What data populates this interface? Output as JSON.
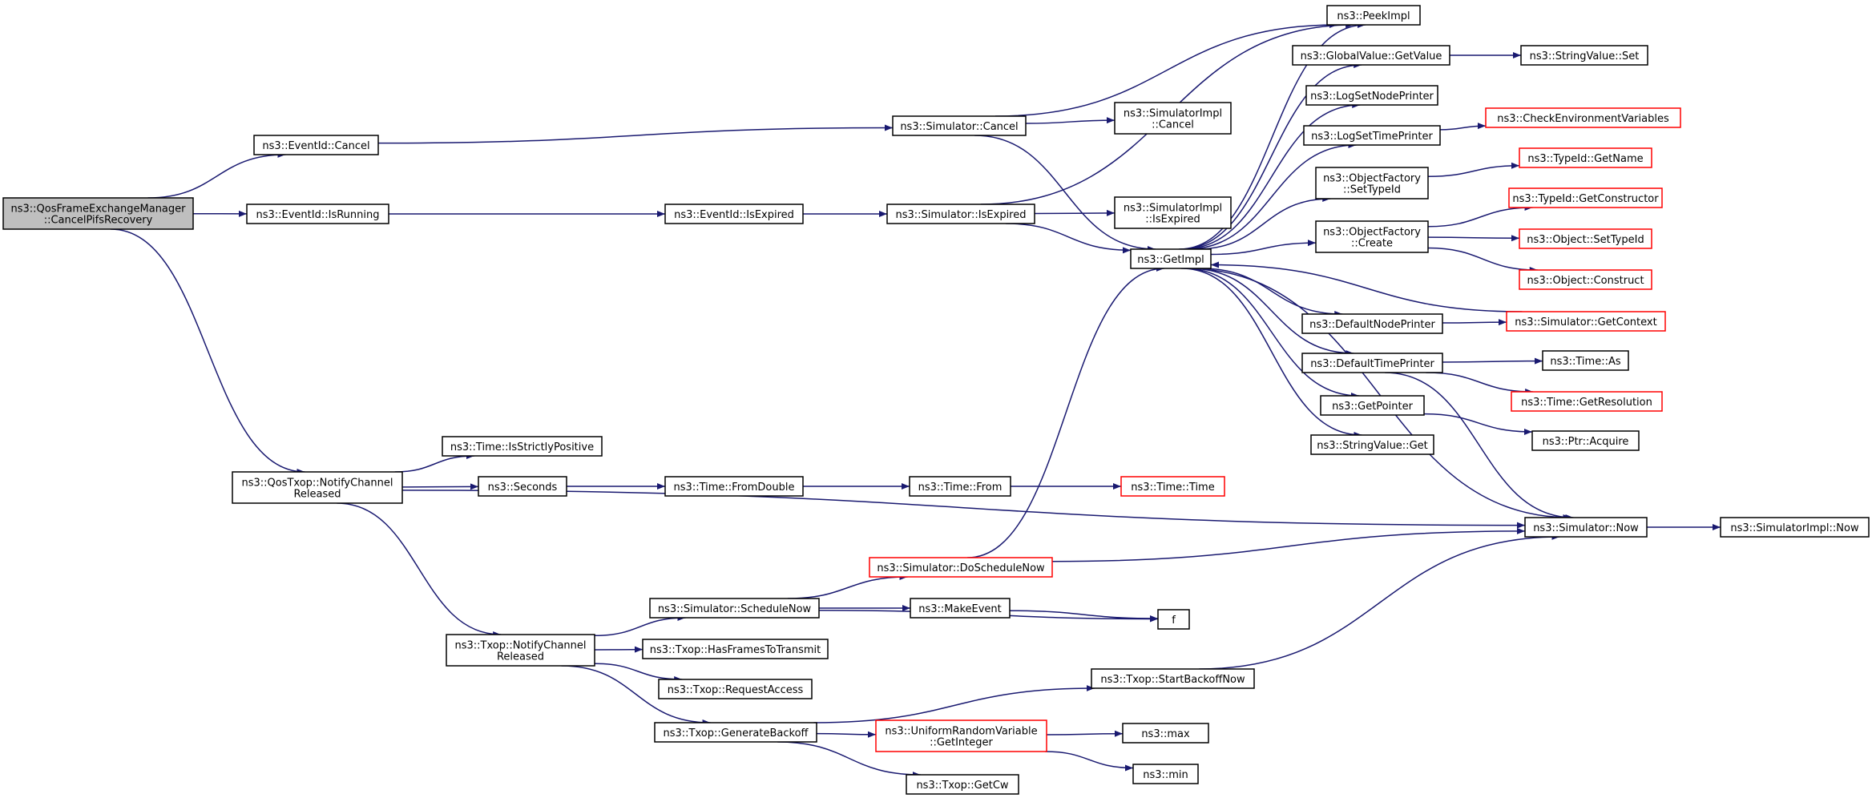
{
  "graph": {
    "edge_color": "#191970",
    "node_border_default": "#000000",
    "node_border_undocumented": "#ff0000",
    "root_fill": "#bfbfbf",
    "nodes": [
      {
        "id": "root",
        "lines": [
          "ns3::QosFrameExchangeManager",
          "::CancelPifsRecovery"
        ],
        "style": "root"
      },
      {
        "id": "evCancel",
        "lines": [
          "ns3::EventId::Cancel"
        ],
        "style": "normal"
      },
      {
        "id": "evIsRunning",
        "lines": [
          "ns3::EventId::IsRunning"
        ],
        "style": "normal"
      },
      {
        "id": "qosNotify",
        "lines": [
          "ns3::QosTxop::NotifyChannel",
          "Released"
        ],
        "style": "normal"
      },
      {
        "id": "simCancel",
        "lines": [
          "ns3::Simulator::Cancel"
        ],
        "style": "normal"
      },
      {
        "id": "evIsExpired",
        "lines": [
          "ns3::EventId::IsExpired"
        ],
        "style": "normal"
      },
      {
        "id": "simIsExpired",
        "lines": [
          "ns3::Simulator::IsExpired"
        ],
        "style": "normal"
      },
      {
        "id": "peekImpl",
        "lines": [
          "ns3::PeekImpl"
        ],
        "style": "normal"
      },
      {
        "id": "implCancel",
        "lines": [
          "ns3::SimulatorImpl",
          "::Cancel"
        ],
        "style": "normal"
      },
      {
        "id": "implIsExpired",
        "lines": [
          "ns3::SimulatorImpl",
          "::IsExpired"
        ],
        "style": "normal"
      },
      {
        "id": "getImpl",
        "lines": [
          "ns3::GetImpl"
        ],
        "style": "normal"
      },
      {
        "id": "gvGetValue",
        "lines": [
          "ns3::GlobalValue::GetValue"
        ],
        "style": "normal"
      },
      {
        "id": "svSet",
        "lines": [
          "ns3::StringValue::Set"
        ],
        "style": "normal"
      },
      {
        "id": "logNode",
        "lines": [
          "ns3::LogSetNodePrinter"
        ],
        "style": "normal"
      },
      {
        "id": "logTime",
        "lines": [
          "ns3::LogSetTimePrinter"
        ],
        "style": "normal"
      },
      {
        "id": "checkEnv",
        "lines": [
          "ns3::CheckEnvironmentVariables"
        ],
        "style": "red"
      },
      {
        "id": "ofSetTypeId",
        "lines": [
          "ns3::ObjectFactory",
          "::SetTypeId"
        ],
        "style": "normal"
      },
      {
        "id": "tidGetName",
        "lines": [
          "ns3::TypeId::GetName"
        ],
        "style": "red"
      },
      {
        "id": "ofCreate",
        "lines": [
          "ns3::ObjectFactory",
          "::Create"
        ],
        "style": "normal"
      },
      {
        "id": "tidGetCtor",
        "lines": [
          "ns3::TypeId::GetConstructor"
        ],
        "style": "red"
      },
      {
        "id": "objSetTypeId",
        "lines": [
          "ns3::Object::SetTypeId"
        ],
        "style": "red"
      },
      {
        "id": "objConstruct",
        "lines": [
          "ns3::Object::Construct"
        ],
        "style": "red"
      },
      {
        "id": "defNodePrinter",
        "lines": [
          "ns3::DefaultNodePrinter"
        ],
        "style": "normal"
      },
      {
        "id": "simGetContext",
        "lines": [
          "ns3::Simulator::GetContext"
        ],
        "style": "red"
      },
      {
        "id": "defTimePrinter",
        "lines": [
          "ns3::DefaultTimePrinter"
        ],
        "style": "normal"
      },
      {
        "id": "timeAs",
        "lines": [
          "ns3::Time::As"
        ],
        "style": "normal"
      },
      {
        "id": "timeGetRes",
        "lines": [
          "ns3::Time::GetResolution"
        ],
        "style": "red"
      },
      {
        "id": "getPointer",
        "lines": [
          "ns3::GetPointer"
        ],
        "style": "normal"
      },
      {
        "id": "ptrAcquire",
        "lines": [
          "ns3::Ptr::Acquire"
        ],
        "style": "normal"
      },
      {
        "id": "svGet",
        "lines": [
          "ns3::StringValue::Get"
        ],
        "style": "normal"
      },
      {
        "id": "timeStrictPos",
        "lines": [
          "ns3::Time::IsStrictlyPositive"
        ],
        "style": "normal"
      },
      {
        "id": "seconds",
        "lines": [
          "ns3::Seconds"
        ],
        "style": "normal"
      },
      {
        "id": "timeFromDouble",
        "lines": [
          "ns3::Time::FromDouble"
        ],
        "style": "normal"
      },
      {
        "id": "timeFrom",
        "lines": [
          "ns3::Time::From"
        ],
        "style": "normal"
      },
      {
        "id": "timeTime",
        "lines": [
          "ns3::Time::Time"
        ],
        "style": "red"
      },
      {
        "id": "simNow",
        "lines": [
          "ns3::Simulator::Now"
        ],
        "style": "normal"
      },
      {
        "id": "implNow",
        "lines": [
          "ns3::SimulatorImpl::Now"
        ],
        "style": "normal"
      },
      {
        "id": "simDoSched",
        "lines": [
          "ns3::Simulator::DoScheduleNow"
        ],
        "style": "red"
      },
      {
        "id": "simSchedNow",
        "lines": [
          "ns3::Simulator::ScheduleNow"
        ],
        "style": "normal"
      },
      {
        "id": "makeEvent",
        "lines": [
          "ns3::MakeEvent"
        ],
        "style": "normal"
      },
      {
        "id": "f",
        "lines": [
          "f"
        ],
        "style": "normal"
      },
      {
        "id": "txopNotify",
        "lines": [
          "ns3::Txop::NotifyChannel",
          "Released"
        ],
        "style": "normal"
      },
      {
        "id": "hasFrames",
        "lines": [
          "ns3::Txop::HasFramesToTransmit"
        ],
        "style": "normal"
      },
      {
        "id": "reqAccess",
        "lines": [
          "ns3::Txop::RequestAccess"
        ],
        "style": "normal"
      },
      {
        "id": "startBackoff",
        "lines": [
          "ns3::Txop::StartBackoffNow"
        ],
        "style": "normal"
      },
      {
        "id": "genBackoff",
        "lines": [
          "ns3::Txop::GenerateBackoff"
        ],
        "style": "normal"
      },
      {
        "id": "urvGetInt",
        "lines": [
          "ns3::UniformRandomVariable",
          "::GetInteger"
        ],
        "style": "red"
      },
      {
        "id": "max",
        "lines": [
          "ns3::max"
        ],
        "style": "normal"
      },
      {
        "id": "min",
        "lines": [
          "ns3::min"
        ],
        "style": "normal"
      },
      {
        "id": "getCw",
        "lines": [
          "ns3::Txop::GetCw"
        ],
        "style": "normal"
      }
    ],
    "edges": [
      [
        "root",
        "evCancel"
      ],
      [
        "root",
        "evIsRunning"
      ],
      [
        "root",
        "qosNotify"
      ],
      [
        "evCancel",
        "simCancel"
      ],
      [
        "simCancel",
        "peekImpl"
      ],
      [
        "simCancel",
        "implCancel"
      ],
      [
        "simCancel",
        "getImpl"
      ],
      [
        "evIsRunning",
        "evIsExpired"
      ],
      [
        "evIsExpired",
        "simIsExpired"
      ],
      [
        "simIsExpired",
        "peekImpl"
      ],
      [
        "simIsExpired",
        "implIsExpired"
      ],
      [
        "simIsExpired",
        "getImpl"
      ],
      [
        "getImpl",
        "peekImpl"
      ],
      [
        "getImpl",
        "gvGetValue"
      ],
      [
        "getImpl",
        "logNode"
      ],
      [
        "getImpl",
        "logTime"
      ],
      [
        "getImpl",
        "ofSetTypeId"
      ],
      [
        "getImpl",
        "ofCreate"
      ],
      [
        "getImpl",
        "defNodePrinter"
      ],
      [
        "getImpl",
        "defTimePrinter"
      ],
      [
        "getImpl",
        "getPointer"
      ],
      [
        "getImpl",
        "svGet"
      ],
      [
        "getImpl",
        "simNow"
      ],
      [
        "gvGetValue",
        "svSet"
      ],
      [
        "logTime",
        "checkEnv"
      ],
      [
        "ofSetTypeId",
        "tidGetName"
      ],
      [
        "ofCreate",
        "tidGetCtor"
      ],
      [
        "ofCreate",
        "objSetTypeId"
      ],
      [
        "ofCreate",
        "objConstruct"
      ],
      [
        "defNodePrinter",
        "simGetContext"
      ],
      [
        "simGetContext",
        "getImpl"
      ],
      [
        "defTimePrinter",
        "timeAs"
      ],
      [
        "defTimePrinter",
        "timeGetRes"
      ],
      [
        "defTimePrinter",
        "simNow"
      ],
      [
        "getPointer",
        "ptrAcquire"
      ],
      [
        "qosNotify",
        "timeStrictPos"
      ],
      [
        "qosNotify",
        "seconds"
      ],
      [
        "qosNotify",
        "simNow"
      ],
      [
        "qosNotify",
        "txopNotify"
      ],
      [
        "seconds",
        "timeFromDouble"
      ],
      [
        "timeFromDouble",
        "timeFrom"
      ],
      [
        "timeFrom",
        "timeTime"
      ],
      [
        "simNow",
        "implNow"
      ],
      [
        "txopNotify",
        "simSchedNow"
      ],
      [
        "txopNotify",
        "hasFrames"
      ],
      [
        "txopNotify",
        "reqAccess"
      ],
      [
        "txopNotify",
        "genBackoff"
      ],
      [
        "simSchedNow",
        "simDoSched"
      ],
      [
        "simSchedNow",
        "makeEvent"
      ],
      [
        "simSchedNow",
        "f"
      ],
      [
        "makeEvent",
        "f"
      ],
      [
        "simDoSched",
        "getImpl"
      ],
      [
        "simDoSched",
        "simNow"
      ],
      [
        "genBackoff",
        "startBackoff"
      ],
      [
        "genBackoff",
        "urvGetInt"
      ],
      [
        "genBackoff",
        "getCw"
      ],
      [
        "startBackoff",
        "simNow"
      ],
      [
        "urvGetInt",
        "max"
      ],
      [
        "urvGetInt",
        "min"
      ]
    ]
  }
}
